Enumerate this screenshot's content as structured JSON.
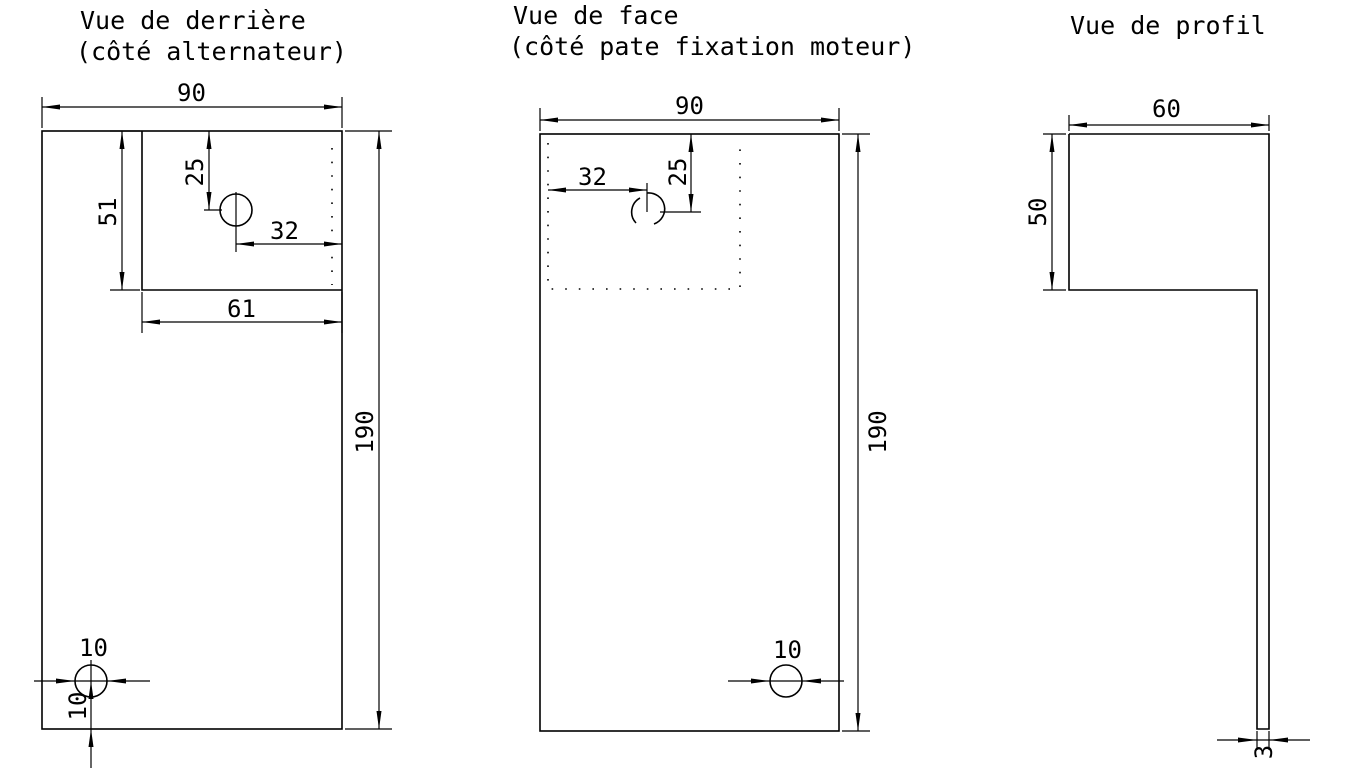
{
  "views": {
    "back": {
      "title_line1": "Vue de derrière",
      "title_line2": "(côté alternateur)",
      "dims": {
        "width": "90",
        "height": "190",
        "window_height": "51",
        "hole_from_top": "25",
        "hole_from_right": "32",
        "window_width": "61",
        "bottom_hole_diameter": "10",
        "bottom_hole_from_bottom": "10"
      }
    },
    "front": {
      "title_line1": "Vue de face",
      "title_line2": "(côté pate fixation moteur)",
      "dims": {
        "width": "90",
        "height": "190",
        "hole_from_left": "32",
        "hole_from_top": "25",
        "bottom_hole_diameter": "10"
      }
    },
    "profile": {
      "title": "Vue de profil",
      "dims": {
        "flange_length": "60",
        "flange_height": "50",
        "thickness": "3"
      }
    }
  },
  "colors": {
    "ink": "#000000",
    "paper": "#ffffff"
  }
}
